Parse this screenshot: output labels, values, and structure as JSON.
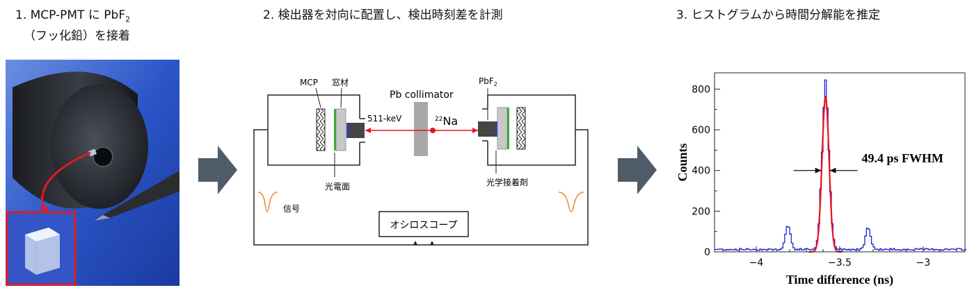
{
  "steps": {
    "step1_line1": "1. MCP-PMT に PbF",
    "step1_sub": "2",
    "step1_line2": "（フッ化鉛）を接着",
    "step2": "2. 検出器を対向に配置し、検出時刻差を計測",
    "step3": "3. ヒストグラムから時間分解能を推定"
  },
  "diagram": {
    "mcp": "MCP",
    "window": "窓材",
    "collimator": "Pb collimator",
    "pbf2_base": "PbF",
    "pbf2_sub": "2",
    "energy": "511-keV",
    "source_sup": "22",
    "source": "Na",
    "photocathode": "光電面",
    "adhesive": "光学接着剤",
    "signal": "信号",
    "oscilloscope": "オシロスコープ"
  },
  "colors": {
    "beam": "#e8141c",
    "step_arrow": "#4f5b66",
    "signal": "#e8883a",
    "histogram": "#1f1fd6",
    "fit": "#e8141c",
    "photo_frame": "#e01b22"
  },
  "chart_data": {
    "type": "histogram",
    "xlabel": "Time difference (ns)",
    "ylabel": "Counts",
    "xlim": [
      -4.25,
      -2.75
    ],
    "ylim": [
      0,
      880
    ],
    "xticks": [
      -4,
      -3.5,
      -3
    ],
    "yticks": [
      0,
      200,
      400,
      600,
      800
    ],
    "annotation": "49.4 ps FWHM",
    "fit": {
      "mean": -3.585,
      "sigma": 0.021,
      "amplitude": 760
    },
    "side_peaks": [
      {
        "center": -3.81,
        "sigma": 0.015,
        "amplitude": 110
      },
      {
        "center": -3.33,
        "sigma": 0.015,
        "amplitude": 115
      }
    ],
    "baseline": 12
  }
}
